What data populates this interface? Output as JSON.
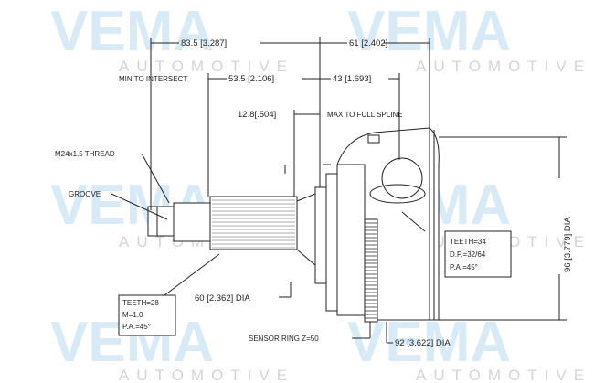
{
  "watermark": {
    "brand": "VEMA",
    "sub": "AUTOMOTIVE",
    "color": "#cfe6f5"
  },
  "dimensions": {
    "d1": "83.5 [3.287]",
    "d2": "61 [2.402]",
    "min_label": "MIN TO INTERSECT",
    "d3": "53.5 [2.106]",
    "d4": "43 [1.693]",
    "d5": "12.8[.504]",
    "max_label": "MAX TO FULL SPLINE",
    "d6": "96 [3.779] DIA",
    "d7": "60 [2.362] DIA",
    "d8": "92 [3.622] DIA"
  },
  "labels": {
    "thread": "M24x1.5 THREAD",
    "groove": "GROOVE",
    "sensor": "SENSOR RING Z=50"
  },
  "box_left": [
    "TEETH=28",
    "M=1.0",
    "P.A.=45°"
  ],
  "box_right": [
    "TEETH=34",
    "D.P.=32/64",
    "P.A.=45°"
  ]
}
